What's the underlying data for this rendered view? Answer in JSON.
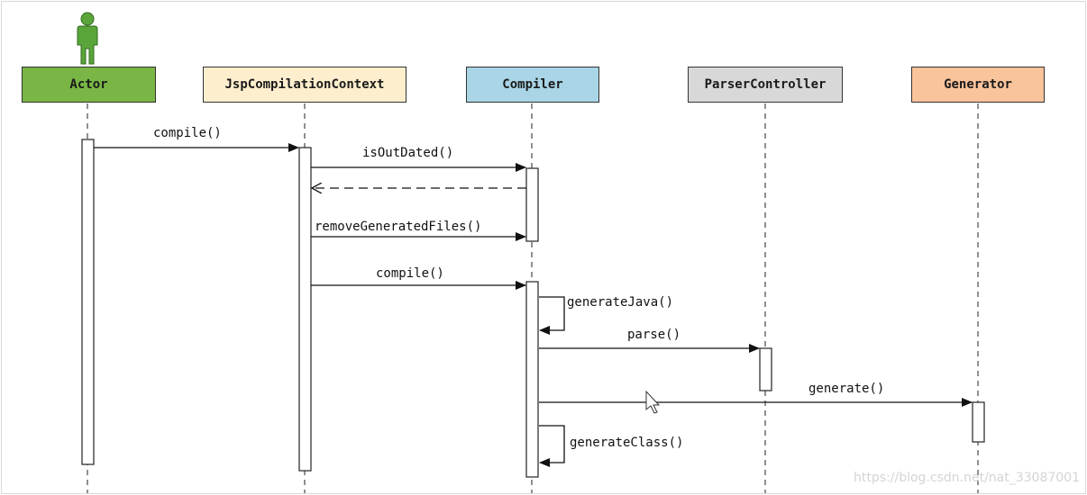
{
  "participants": [
    {
      "id": "actor",
      "label": "Actor",
      "color": "#79b645"
    },
    {
      "id": "jsp",
      "label": "JspCompilationContext",
      "color": "#fdeecd"
    },
    {
      "id": "compiler",
      "label": "Compiler",
      "color": "#a9d5e6"
    },
    {
      "id": "parser",
      "label": "ParserController",
      "color": "#d8d8d8"
    },
    {
      "id": "generator",
      "label": "Generator",
      "color": "#f9c39b"
    }
  ],
  "messages": [
    {
      "label": "compile()"
    },
    {
      "label": "isOutDated()"
    },
    {
      "label": ""
    },
    {
      "label": "removeGeneratedFiles()"
    },
    {
      "label": "compile()"
    },
    {
      "label": "generateJava()"
    },
    {
      "label": "parse()"
    },
    {
      "label": "generate()"
    },
    {
      "label": "generateClass()"
    }
  ],
  "actor_icon": "person-icon",
  "actor_color": "#5aa53a",
  "watermark": "https://blog.csdn.net/nat_33087001"
}
